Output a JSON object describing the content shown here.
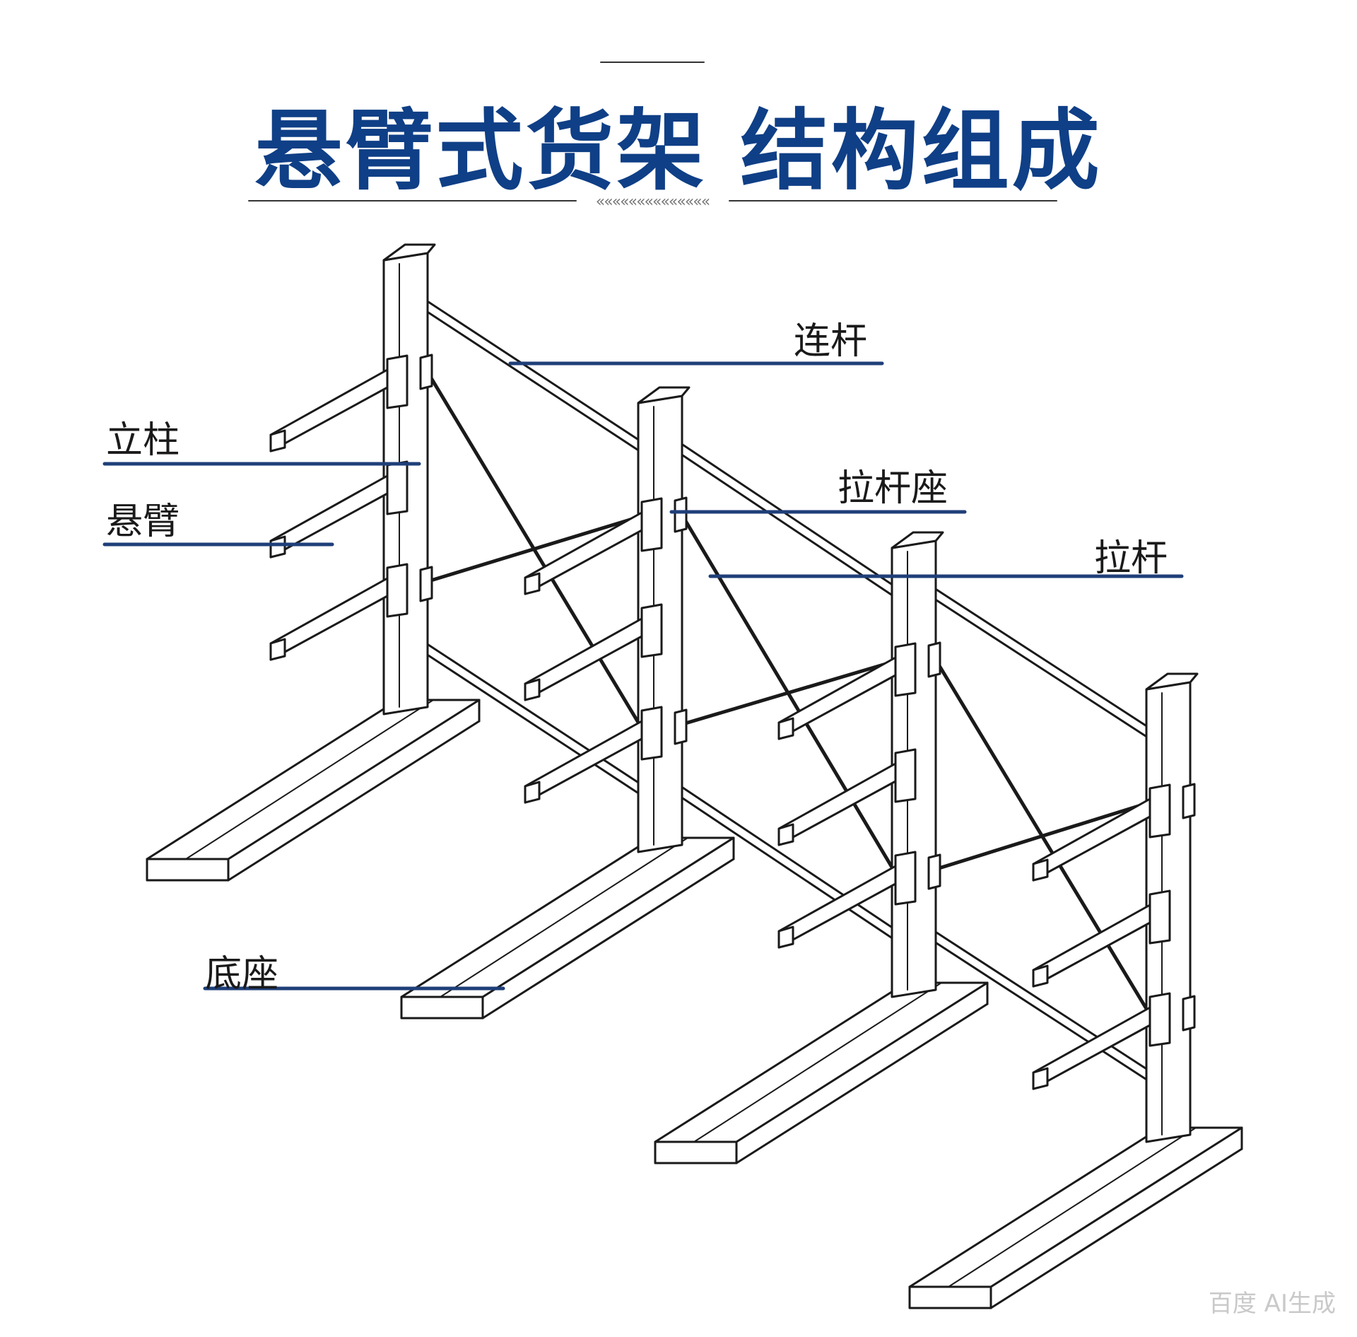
{
  "title": "悬臂式货架 结构组成",
  "labels": {
    "lianggan": "连杆",
    "lizhu": "立柱",
    "xuanbi": "悬臂",
    "laganzuo": "拉杆座",
    "lagan": "拉杆",
    "dizuo": "底座"
  },
  "watermark": "百度 AI生成",
  "colors": {
    "title": "#0f3f86",
    "leader": "#1f3f79",
    "line": "#1a1a1a"
  }
}
